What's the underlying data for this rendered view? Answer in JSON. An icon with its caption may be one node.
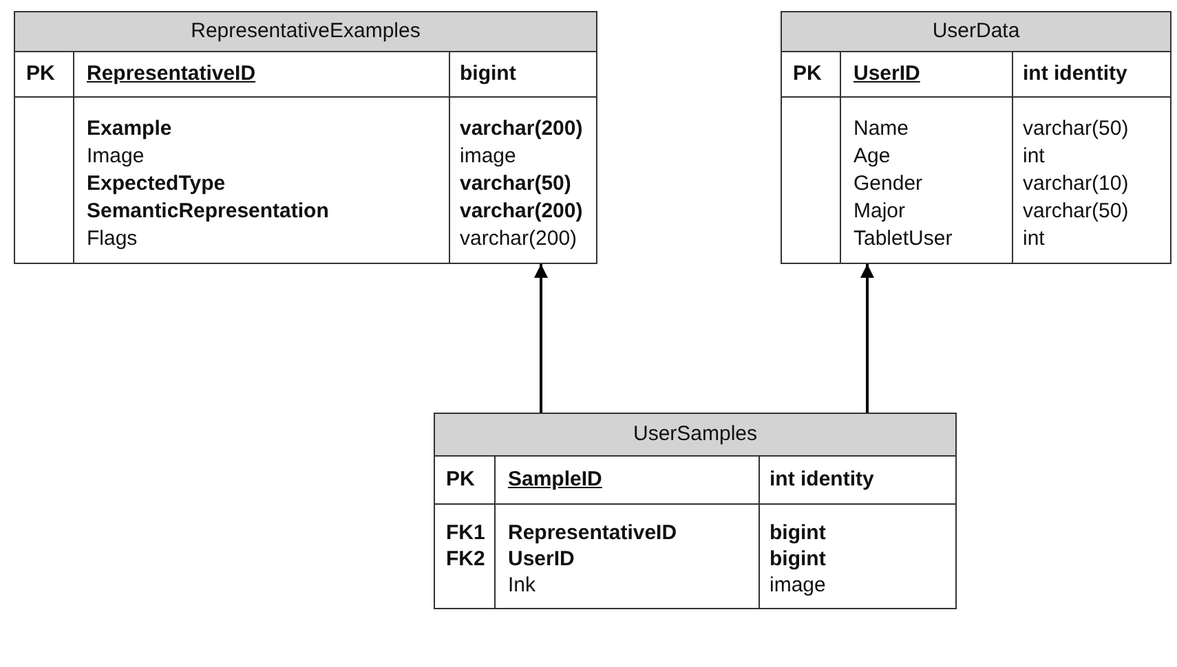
{
  "diagram": {
    "nodes": [
      {
        "text": [
          "RepresentativeExamples",
          "PK",
          "RepresentativeID",
          "bigint",
          "Example",
          "varchar(200)",
          "Image",
          "image",
          "ExpectedType",
          "varchar(50)",
          "SemanticRepresentation",
          "varchar(200)",
          "Flags",
          "varchar(200)"
        ]
      },
      {
        "text": [
          "UserData",
          "PK",
          "UserID",
          "int identity",
          "Name",
          "varchar(50)",
          "Age",
          "int",
          "Gender",
          "varchar(10)",
          "Major",
          "varchar(50)",
          "TabletUser",
          "int"
        ]
      },
      {
        "text": [
          "UserSamples",
          "PK",
          "SampleID",
          "int identity",
          "FK1",
          "RepresentativeID",
          "bigint",
          "FK2",
          "UserID",
          "bigint",
          "Ink",
          "image"
        ]
      }
    ],
    "edges": [
      {
        "from": 2,
        "to": 0,
        "arrow": "to"
      },
      {
        "from": 2,
        "to": 1,
        "arrow": "to"
      }
    ]
  }
}
